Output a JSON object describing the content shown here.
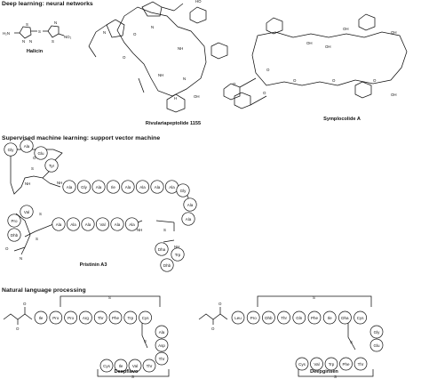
{
  "sections": [
    {
      "title": "Deep learning: neural networks"
    },
    {
      "title": "Supervised machine learning: support vector machine"
    },
    {
      "title": "Natural language processing"
    }
  ],
  "molecules": {
    "halicin": "Halicin",
    "rivularia": "Rivulariapeptolide 1155",
    "symplocolide": "Symplocolide A",
    "pristinin": "Pristinin A3",
    "deepflavo": "Deepflavo",
    "deepginsen": "Deepginsen"
  },
  "atoms": {
    "h2n": "H₂N",
    "no2": "NO₂",
    "s": "S",
    "n": "N",
    "nh": "NH",
    "o": "O",
    "oh": "OH",
    "ho": "HO",
    "h": "H",
    "n_me2": "N"
  },
  "pristinin_residues": {
    "top_ring": [
      "Gly",
      "Ala",
      "Glu",
      "Tyr"
    ],
    "top_chain": [
      "Ala",
      "Gly",
      "Ala",
      "Ile",
      "Ala",
      "Ala",
      "Ala",
      "Ala"
    ],
    "right_turn": [
      "Gly",
      "Ala",
      "Ala"
    ],
    "left_ring": [
      "Val",
      "Pro",
      "Dhb"
    ],
    "bottom_chain": [
      "Ala",
      "Ala",
      "Ala",
      "Val",
      "Ala",
      "Ala"
    ],
    "bottom_ring": [
      "Dha",
      "Trp",
      "Dhb"
    ]
  },
  "deepflavo_residues": {
    "top": [
      "Ile",
      "Pro",
      "Pro",
      "Arg",
      "Thr",
      "Phe",
      "Trp",
      "Cys"
    ],
    "right": [
      "Ala",
      "Asp",
      "Thr"
    ],
    "bottom": [
      "Cys",
      "Ile",
      "Val",
      "Thr"
    ]
  },
  "deepginsen_residues": {
    "top": [
      "Leu",
      "Pro",
      "Dhb",
      "Thr",
      "Gln",
      "Phe",
      "Ile",
      "Dha",
      "Cys"
    ],
    "right": [
      "Gly",
      "Glu"
    ],
    "bottom": [
      "Cys",
      "Val",
      "Trp",
      "Phe",
      "Thr"
    ]
  }
}
